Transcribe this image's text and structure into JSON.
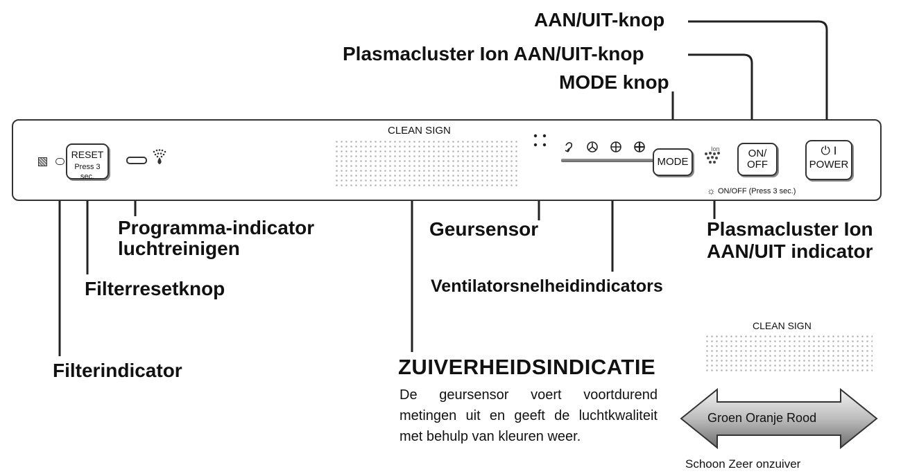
{
  "labels": {
    "power_button": "AAN/UIT-knop",
    "ion_button": "Plasmacluster Ion AAN/UIT-knop",
    "mode_button": "MODE knop",
    "program_indicator_line1": "Programma-indicator",
    "program_indicator_line2": "luchtreinigen",
    "odor_sensor": "Geursensor",
    "ion_indicator_line1": "Plasmacluster Ion",
    "ion_indicator_line2": "AAN/UIT indicator",
    "filter_reset_button": "Filterresetknop",
    "fan_speed_indicators": "Ventilatorsnelheidindicators",
    "filter_indicator": "Filterindicator"
  },
  "panel": {
    "clean_sign": "CLEAN SIGN",
    "reset_line1": "RESET",
    "reset_line2": "Press 3 sec.",
    "mode": "MODE",
    "onoff_line1": "ON/",
    "onoff_line2": "OFF",
    "power_symbol": "⏻ I",
    "power": "POWER",
    "ion_small": "Ion",
    "onoff_press": "ON/OFF (Press 3 sec.)"
  },
  "purity": {
    "title": "ZUIVERHEIDSINDICATIE",
    "description": "De geursensor voert voortdurend metingen uit en geeft de luchtkwaliteit met behulp van kleuren weer."
  },
  "legend": {
    "clean_sign": "CLEAN SIGN",
    "colors": "Groen Oranje Rood",
    "scale": "Schoon Zeer onzuiver"
  },
  "colors": {
    "line": "#222222",
    "arrow_light": "#e6e6e6",
    "arrow_dark": "#7a7a7a"
  }
}
